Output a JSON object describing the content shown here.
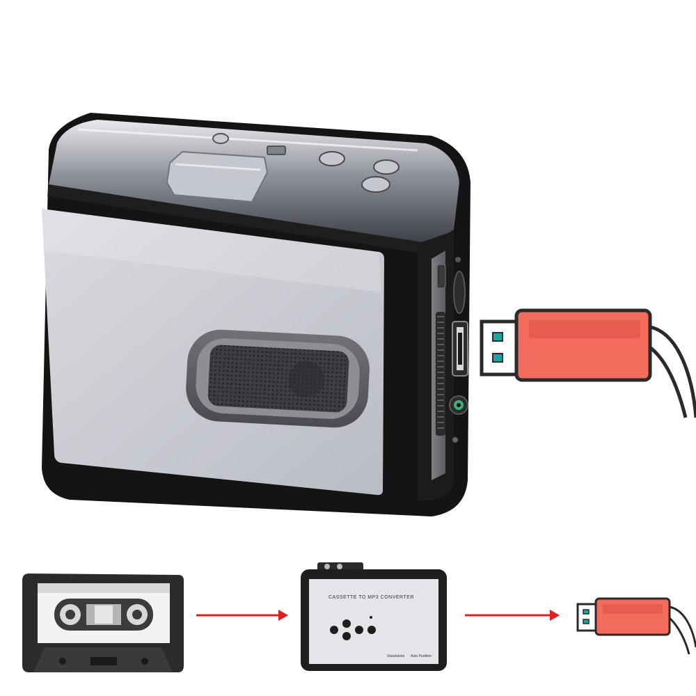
{
  "product": {
    "name": "cassette-to-mp3-converter",
    "body_color": "#1a1a1a",
    "face_color": "#c9ccd3",
    "chrome_color": "#9ea3ab"
  },
  "usb_drive": {
    "body_color": "#f26b5b",
    "connector_color": "#2a2a2a",
    "contact_color": "#1aa5a5"
  },
  "flow": {
    "arrow_color": "#e02020",
    "steps": [
      "cassette-tape-icon",
      "converter-device-icon",
      "usb-drive-icon"
    ]
  },
  "device_icon": {
    "title": "CASSETTE TO MP3 CONVERTER",
    "footer_left": "Standalone",
    "footer_right": "Auto Partition"
  }
}
